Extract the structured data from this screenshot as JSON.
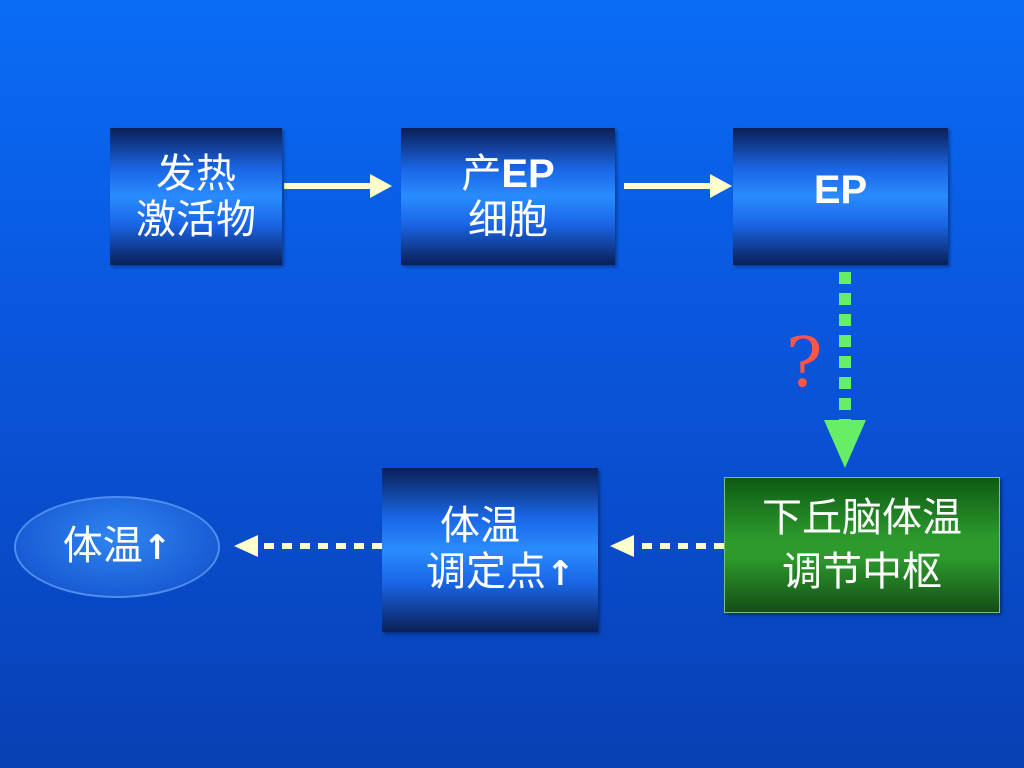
{
  "nodes": {
    "fever_activator": {
      "line1": "发热",
      "line2": "激活物"
    },
    "producing_cells": {
      "line1_prefix": "产",
      "line1_suffix": "EP",
      "line2": "细胞"
    },
    "ep": {
      "label": "EP"
    },
    "hypothalamus": {
      "line1": "下丘脑体温",
      "line2": "调节中枢"
    },
    "set_point": {
      "line1": "体温",
      "line2": "调定点",
      "arrow": "↑"
    },
    "body_temp": {
      "label": "体温",
      "arrow": "↑"
    }
  },
  "unknown_marker": "?",
  "colors": {
    "background": "#0a55dc",
    "solid_arrow": "#ffffcc",
    "dotted_green_arrow": "#66ee66",
    "dotted_cream_arrow": "#ffffcc",
    "question_mark": "#ff5548",
    "hypothalamus_box": "#2c9a2c"
  }
}
